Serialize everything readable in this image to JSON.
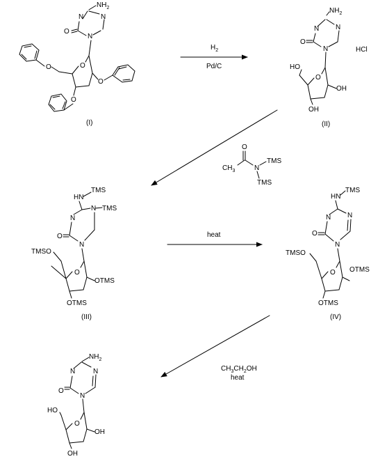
{
  "labels": {
    "c1": "(I)",
    "c2": "(II)",
    "c3": "(III)",
    "c4": "(IV)"
  },
  "steps": {
    "s1": {
      "line1": "H",
      "line1_sub": "2",
      "line2": "Pd/C"
    },
    "s2": {
      "ch3": "CH",
      "ch3_sub": "3",
      "o": "O",
      "n": "N",
      "tms1": "TMS",
      "tms2": "TMS"
    },
    "s3": {
      "line1": "heat"
    },
    "s4": {
      "line1_a": "CH",
      "line1_sub1": "3",
      "line1_b": "CH",
      "line1_sub2": "2",
      "line1_c": "OH",
      "line2": "heat"
    }
  },
  "atoms": {
    "nh2": "NH",
    "nh2_sub": "2",
    "n": "N",
    "o": "O",
    "oh": "OH",
    "ho": "HO",
    "hn": "HN",
    "tms": "TMS",
    "otms": "OTMS",
    "tmso": "TMSO",
    "hcl": "HCl"
  },
  "colors": {
    "ink": "#000000",
    "background": "#ffffff"
  }
}
